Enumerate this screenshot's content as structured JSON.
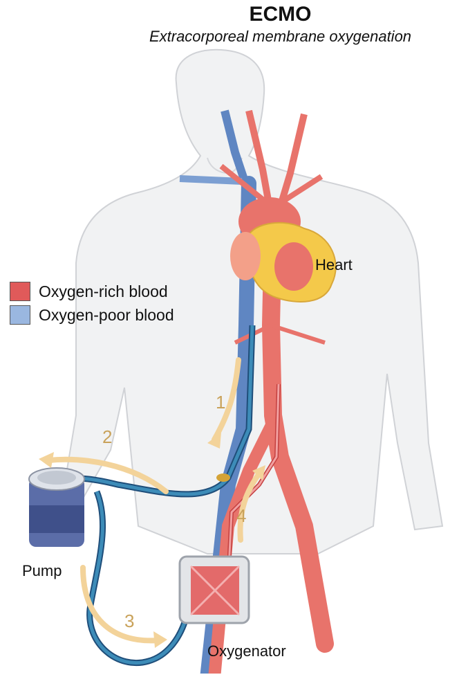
{
  "header": {
    "title": "ECMO",
    "subtitle": "Extracorporeal membrane oxygenation"
  },
  "legend": {
    "items": [
      {
        "label": "Oxygen-rich blood",
        "color": "#e05a5a"
      },
      {
        "label": "Oxygen-poor blood",
        "color": "#9ab7e0"
      }
    ]
  },
  "labels": {
    "heart": "Heart",
    "pump": "Pump",
    "oxygenator": "Oxygenator"
  },
  "steps": [
    "1",
    "2",
    "3",
    "4"
  ],
  "colors": {
    "body_fill": "#f1f2f3",
    "body_outline": "#c9cbcf",
    "artery": "#e8736b",
    "vein": "#5f86c2",
    "heart_fat": "#f4c94a",
    "tube": "#3d8cb8",
    "arrow": "#f3d39a"
  }
}
